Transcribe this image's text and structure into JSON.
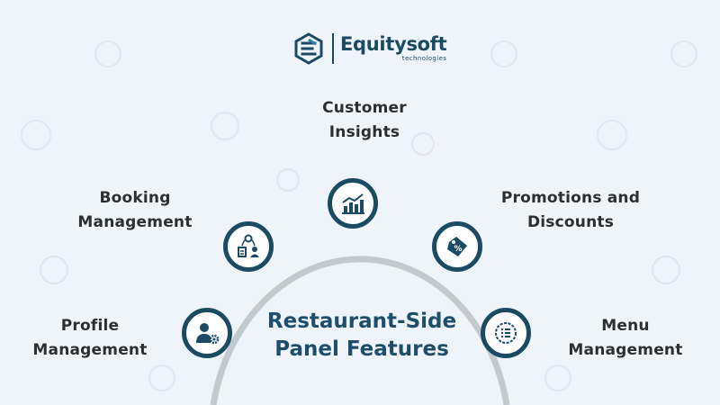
{
  "brand": {
    "name": "Equitysoft",
    "tagline": "technologies",
    "logo_icon": "equitysoft-logo-icon"
  },
  "title": {
    "line1": "Restaurant-Side",
    "line2": "Panel Features"
  },
  "features": [
    {
      "line1": "Customer",
      "line2": "Insights",
      "icon": "analytics-chart-icon"
    },
    {
      "line1": "Booking",
      "line2": "Management",
      "icon": "booking-management-icon"
    },
    {
      "line1": "Promotions and",
      "line2": "Discounts",
      "icon": "discount-tag-icon"
    },
    {
      "line1": "Profile",
      "line2": "Management",
      "icon": "user-settings-icon"
    },
    {
      "line1": "Menu",
      "line2": "Management",
      "icon": "menu-list-icon"
    }
  ],
  "colors": {
    "background": "#eef4f9",
    "accent": "#1b4a63",
    "arc": "#c3cacf",
    "title": "#1e4e6c"
  }
}
